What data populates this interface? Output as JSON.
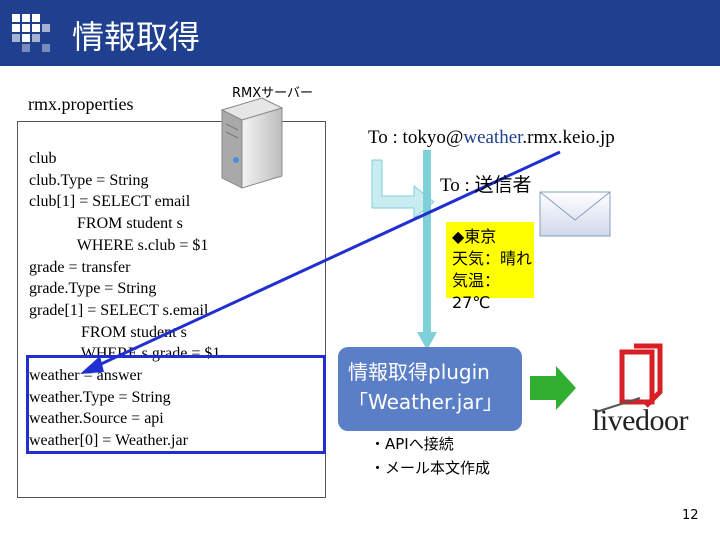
{
  "header": {
    "title": "情報取得"
  },
  "server": {
    "label": "RMXサーバー"
  },
  "properties": {
    "filename": "rmx.properties",
    "lines": [
      "club",
      "club.Type = String",
      "club[1] = SELECT email",
      "            FROM student s",
      "            WHERE s.club = $1",
      "grade = transfer",
      "grade.Type = String",
      "grade[1] = SELECT s.email",
      "             FROM student s",
      "             WHERE s.grade = $1",
      "weather = answer",
      "weather.Type = String",
      "weather.Source = api",
      "weather[0] = Weather.jar"
    ]
  },
  "mail": {
    "to_address_prefix": "To : tokyo@",
    "to_address_domain": "weather",
    "to_address_suffix": ".rmx.keio.jp",
    "to_sender": "To : 送信者"
  },
  "weather_note": {
    "lines": [
      "◆東京",
      "天気：晴れ",
      "気温：27℃"
    ]
  },
  "plugin": {
    "line1": "情報取得plugin",
    "line2": "「Weather.jar」"
  },
  "tasks": [
    "・APIへ接続",
    "・メール本文作成"
  ],
  "livedoor": {
    "brand": "livedoor"
  },
  "page_number": "12",
  "colors": {
    "header_bg": "#1f3f8f",
    "highlight_border": "#1f2fd1",
    "note_bg": "#ffff00",
    "plugin_bg": "#5b7fc7",
    "flow_arrow": "#7fd0d8",
    "green_arrow": "#2fae2f",
    "livedoor_red": "#d81f26",
    "domain_blue": "#1f3f8f"
  }
}
